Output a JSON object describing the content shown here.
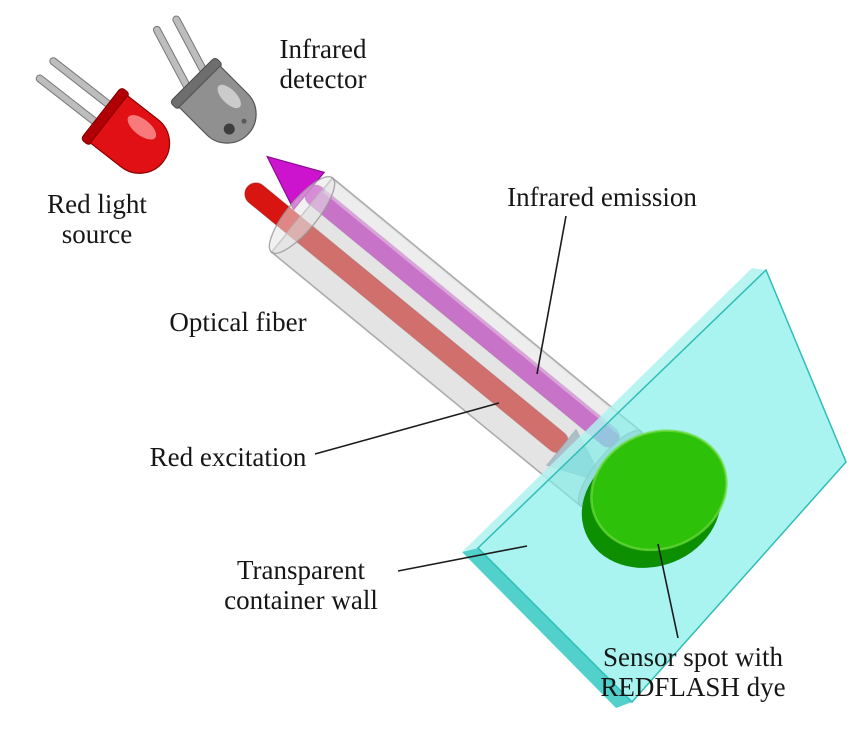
{
  "figure": {
    "type": "3d-optics-diagram",
    "background": "#ffffff",
    "labels": {
      "infrared_detector_line1": "Infrared",
      "infrared_detector_line2": "detector",
      "red_light_source_line1": "Red light",
      "red_light_source_line2": "source",
      "optical_fiber": "Optical fiber",
      "infrared_emission": "Infrared emission",
      "red_excitation": "Red excitation",
      "container_wall_line1": "Transparent",
      "container_wall_line2": "container wall",
      "sensor_spot_line1": "Sensor spot with",
      "sensor_spot_line2": "REDFLASH dye"
    },
    "colors": {
      "red_led": "#e11015",
      "led_flange": "#b00006",
      "detector_body": "#909090",
      "detector_flange": "#6e6e6e",
      "metal_leg": "#bdbdbd",
      "fiber_body": "#c9c9c9",
      "fiber_cap": "#b5b5b5",
      "excitation_beam": "#d81510",
      "emission_beam": "#c51fc6",
      "emission_cone": "#cc14ce",
      "arrow_through_wall": "#8fb3c4",
      "wall_face": "#7deee9",
      "wall_edge": "#3fccc6",
      "wall_edge_light": "#aef2ee",
      "sensor_spot": "#2ec10a",
      "sensor_spot_rim": "#0d8f02",
      "label_text": "#161616",
      "leader_line": "#1c1c1c"
    }
  }
}
